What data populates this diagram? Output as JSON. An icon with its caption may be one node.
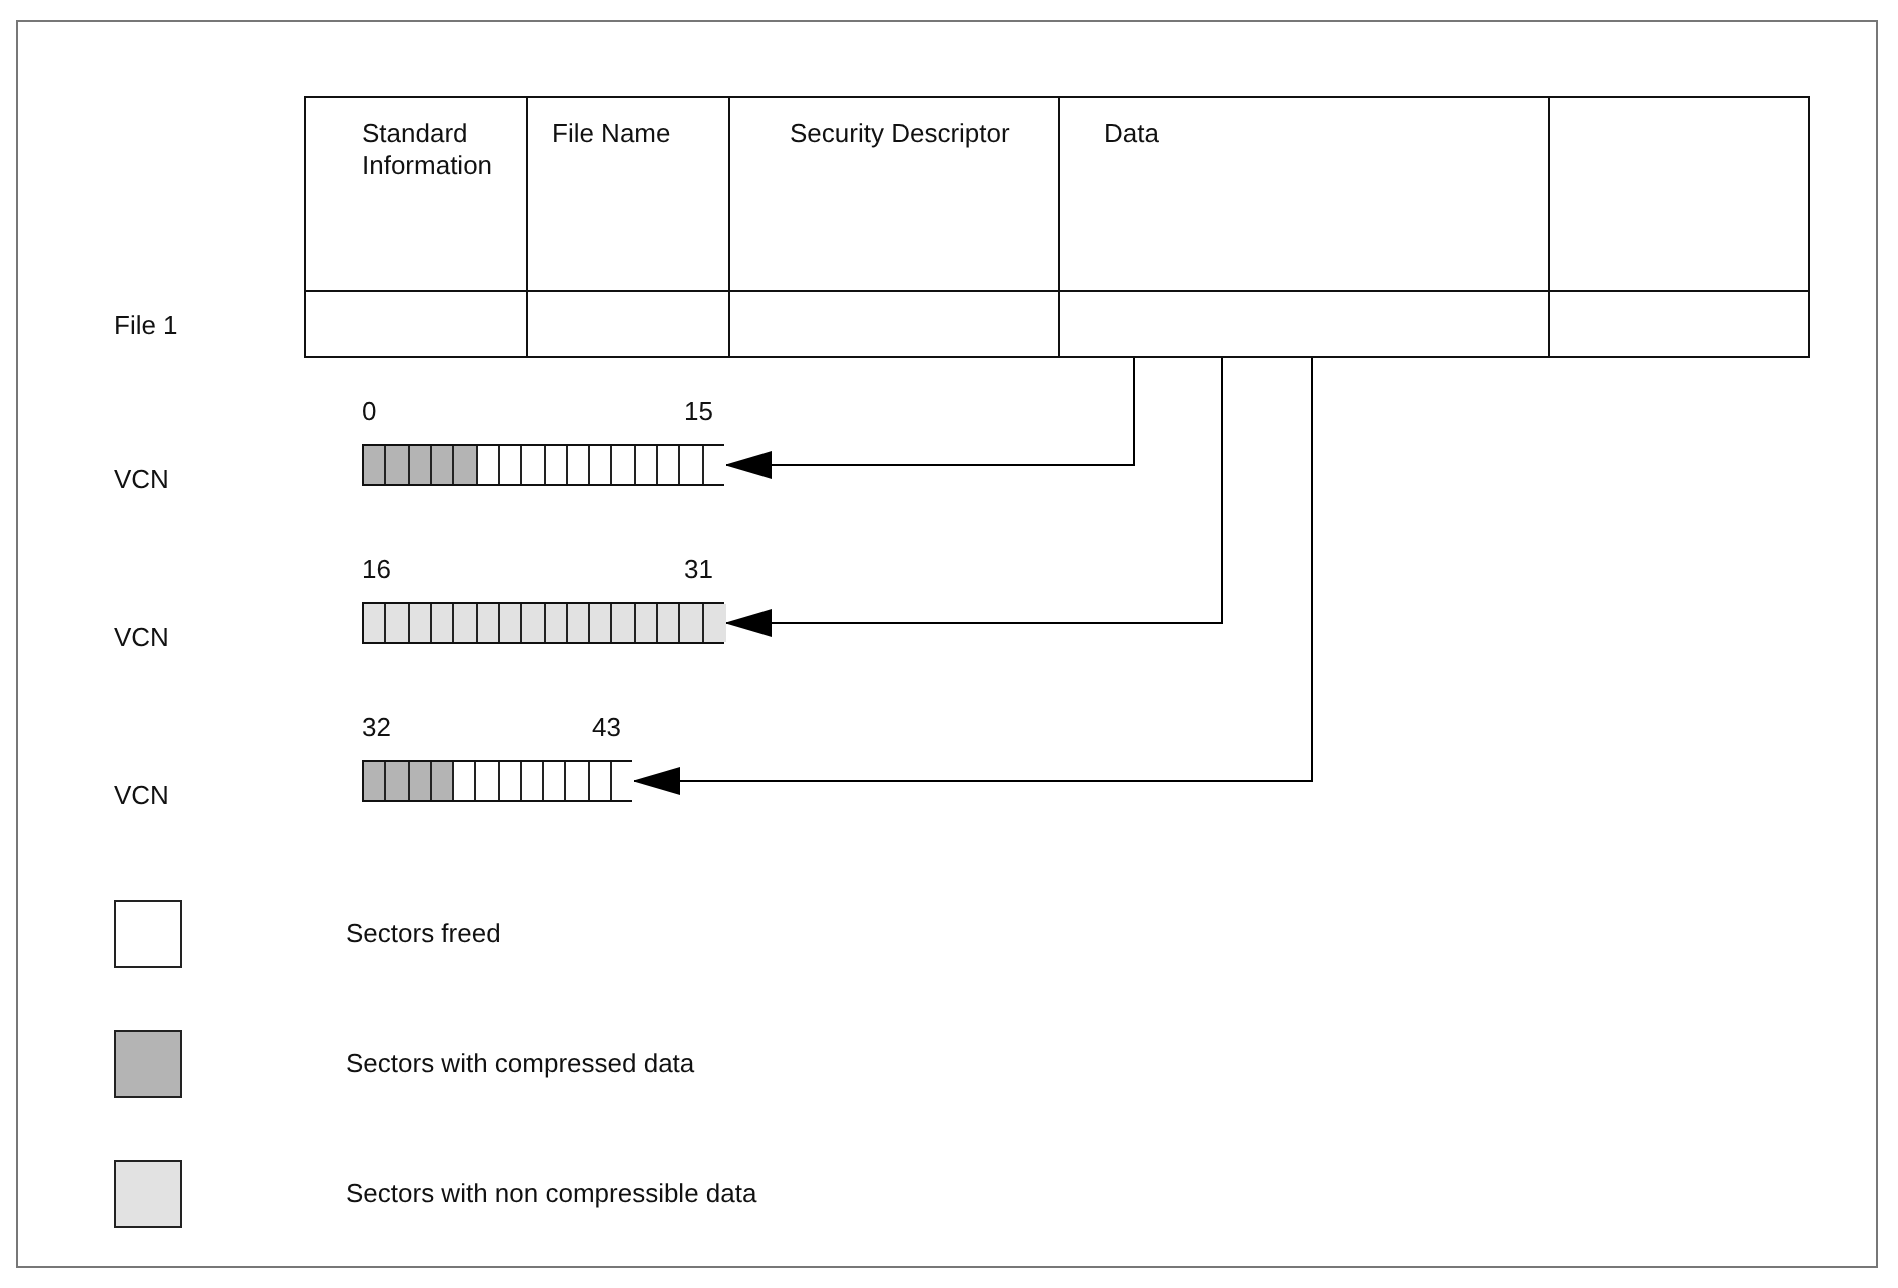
{
  "diagram": {
    "nodes": [
      {
        "text": [
          "Standard Information"
        ]
      },
      {
        "text": [
          "File Name"
        ]
      },
      {
        "text": [
          "Security Descriptor"
        ]
      },
      {
        "text": [
          "Data"
        ]
      },
      {
        "text": [],
        "shape": "box"
      },
      {
        "text": [],
        "shape": "box"
      },
      {
        "text": [],
        "shape": "box"
      },
      {
        "text": [],
        "shape": "box"
      },
      {
        "text": [],
        "shape": "box"
      },
      {
        "text": [],
        "shape": "box"
      },
      {
        "text": [],
        "shape": "bar",
        "beside": [
          "0",
          "15"
        ]
      },
      {
        "text": [],
        "shape": "bar",
        "beside": [
          "16",
          "31"
        ]
      },
      {
        "text": [],
        "shape": "bar",
        "beside": [
          "32",
          "43"
        ]
      }
    ],
    "edges": [
      {
        "from": 8,
        "to": 10,
        "arrow": "to"
      },
      {
        "from": 8,
        "to": 11,
        "arrow": "to"
      },
      {
        "from": 8,
        "to": 12,
        "arrow": "to"
      }
    ],
    "labels": [
      "File 1",
      "VCN",
      "VCN",
      "VCN"
    ],
    "legend": [
      {
        "text": "Sectors freed",
        "color": "#ffffff"
      },
      {
        "text": "Sectors with compressed data",
        "color": "#b4b4b4"
      },
      {
        "text": "Sectors with non compressible data",
        "color": "#e2e2e2"
      }
    ]
  }
}
